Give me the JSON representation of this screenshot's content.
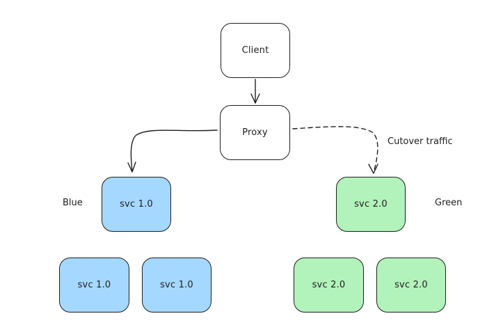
{
  "colors": {
    "stroke": "#1e1e1e",
    "blue_fill": "#a5d8ff",
    "green_fill": "#b2f2bb",
    "plain_fill": "#ffffff"
  },
  "nodes": {
    "client": "Client",
    "proxy": "Proxy",
    "blue_main": "svc 1.0",
    "blue_replica_1": "svc 1.0",
    "blue_replica_2": "svc 1.0",
    "green_main": "svc 2.0",
    "green_replica_1": "svc 2.0",
    "green_replica_2": "svc 2.0"
  },
  "labels": {
    "blue": "Blue",
    "green": "Green",
    "cutover": "Cutover traffic"
  },
  "edges": [
    {
      "from": "client",
      "to": "proxy",
      "style": "solid"
    },
    {
      "from": "proxy",
      "to": "blue_main",
      "style": "solid"
    },
    {
      "from": "proxy",
      "to": "green_main",
      "style": "dashed",
      "label": "Cutover traffic"
    }
  ]
}
